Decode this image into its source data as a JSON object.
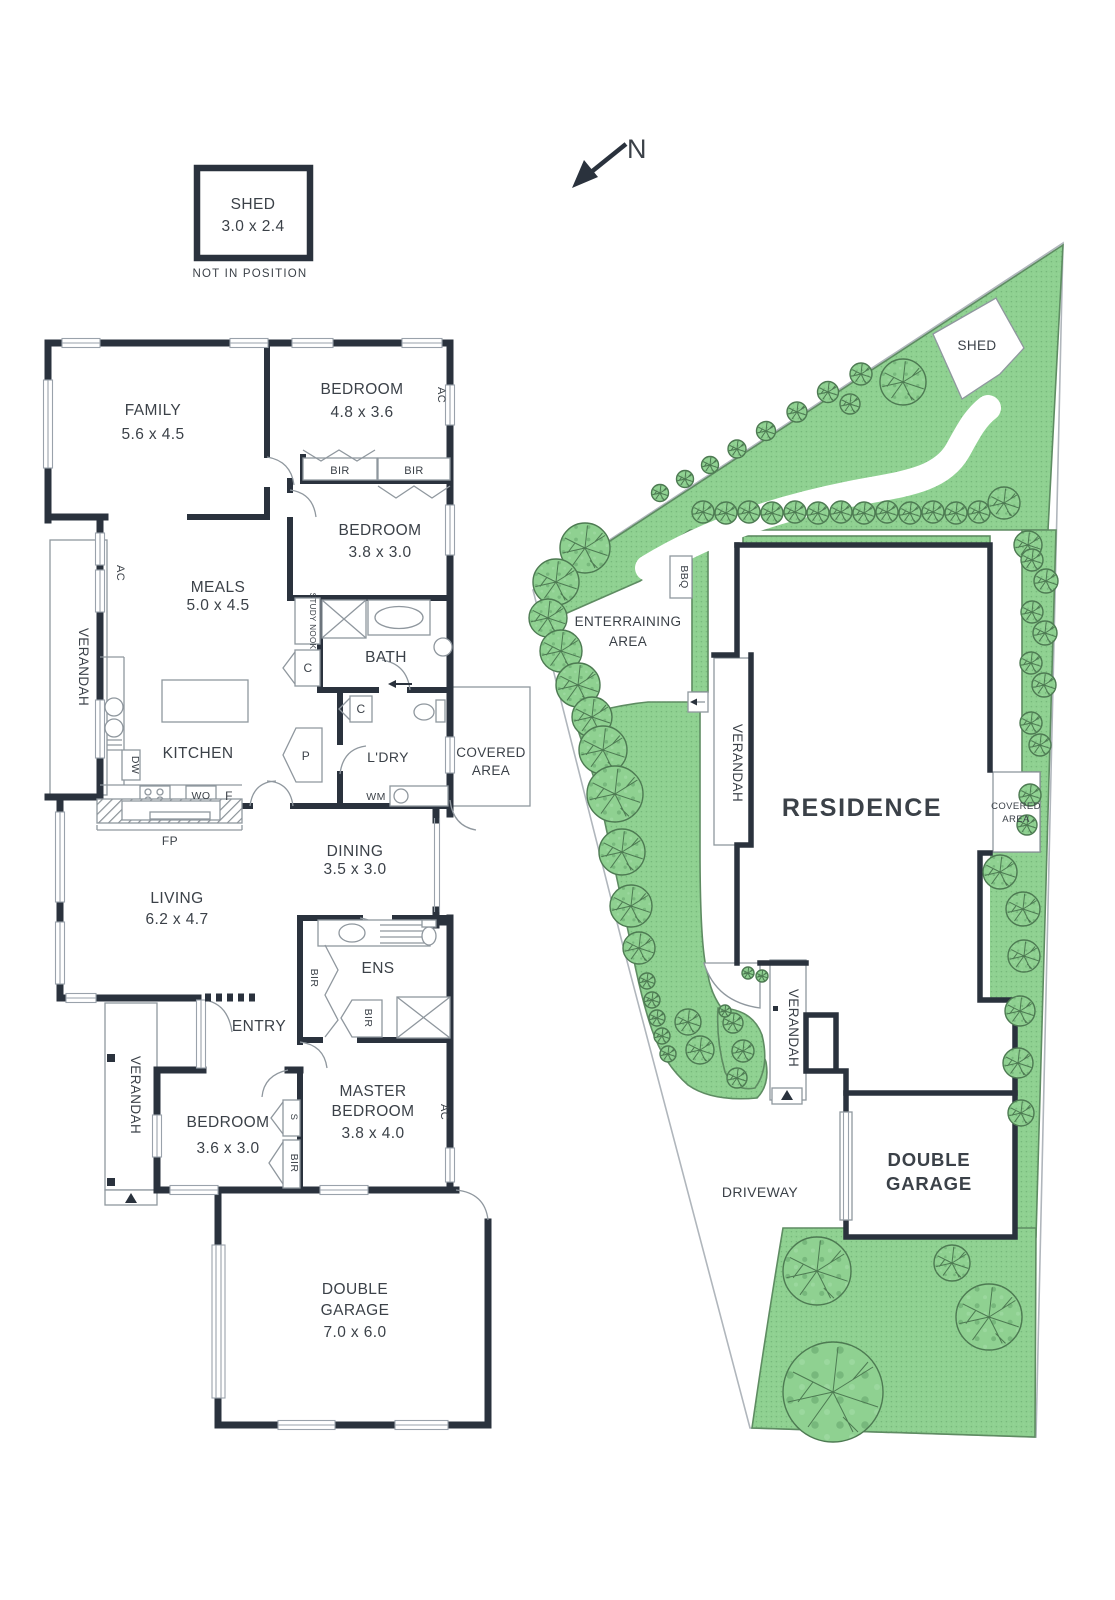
{
  "legend": {
    "shed": "SHED",
    "shed_dims": "3.0 x 2.4",
    "note": "NOT IN POSITION",
    "north": "N"
  },
  "floorplan": {
    "family": "FAMILY",
    "family_dims": "5.6 x 4.5",
    "bedroom1": "BEDROOM",
    "bedroom1_dims": "4.8 x 3.6",
    "bedroom2": "BEDROOM",
    "bedroom2_dims": "3.8 x 3.0",
    "meals": "MEALS",
    "meals_dims": "5.0 x 4.5",
    "kitchen": "KITCHEN",
    "bath": "BATH",
    "laundry": "L'DRY",
    "dining": "DINING",
    "dining_dims": "3.5 x 3.0",
    "living": "LIVING",
    "living_dims": "6.2 x 4.7",
    "entry": "ENTRY",
    "ens": "ENS",
    "bedroom3": "BEDROOM",
    "bedroom3_dims": "3.6 x 3.0",
    "master1": "MASTER",
    "master2": "BEDROOM",
    "master_dims": "3.8 x 4.0",
    "garage1": "DOUBLE",
    "garage2": "GARAGE",
    "garage_dims": "7.0 x 6.0",
    "covered1": "COVERED",
    "covered2": "AREA",
    "verandah": "VERANDAH",
    "bir": "BIR",
    "ac": "AC",
    "dw": "DW",
    "wo": "WO",
    "fridge": "F",
    "fireplace": "FP",
    "wm": "WM",
    "cupboard": "C",
    "pantry": "P",
    "linen": "S",
    "study_nook": "STUDY NOOK"
  },
  "siteplan": {
    "shed": "SHED",
    "entertaining1": "ENTERRAINING",
    "entertaining2": "AREA",
    "bbq": "BBQ",
    "verandah": "VERANDAH",
    "residence": "RESIDENCE",
    "covered1": "COVERED",
    "covered2": "AREA",
    "driveway": "DRIVEWAY",
    "garage1": "DOUBLE",
    "garage2": "GARAGE"
  },
  "colors": {
    "wall": "#2a323d",
    "text": "#3b4148",
    "green": "#8fd191",
    "green_edge": "#5e8c62",
    "line": "#9aa2ab"
  }
}
